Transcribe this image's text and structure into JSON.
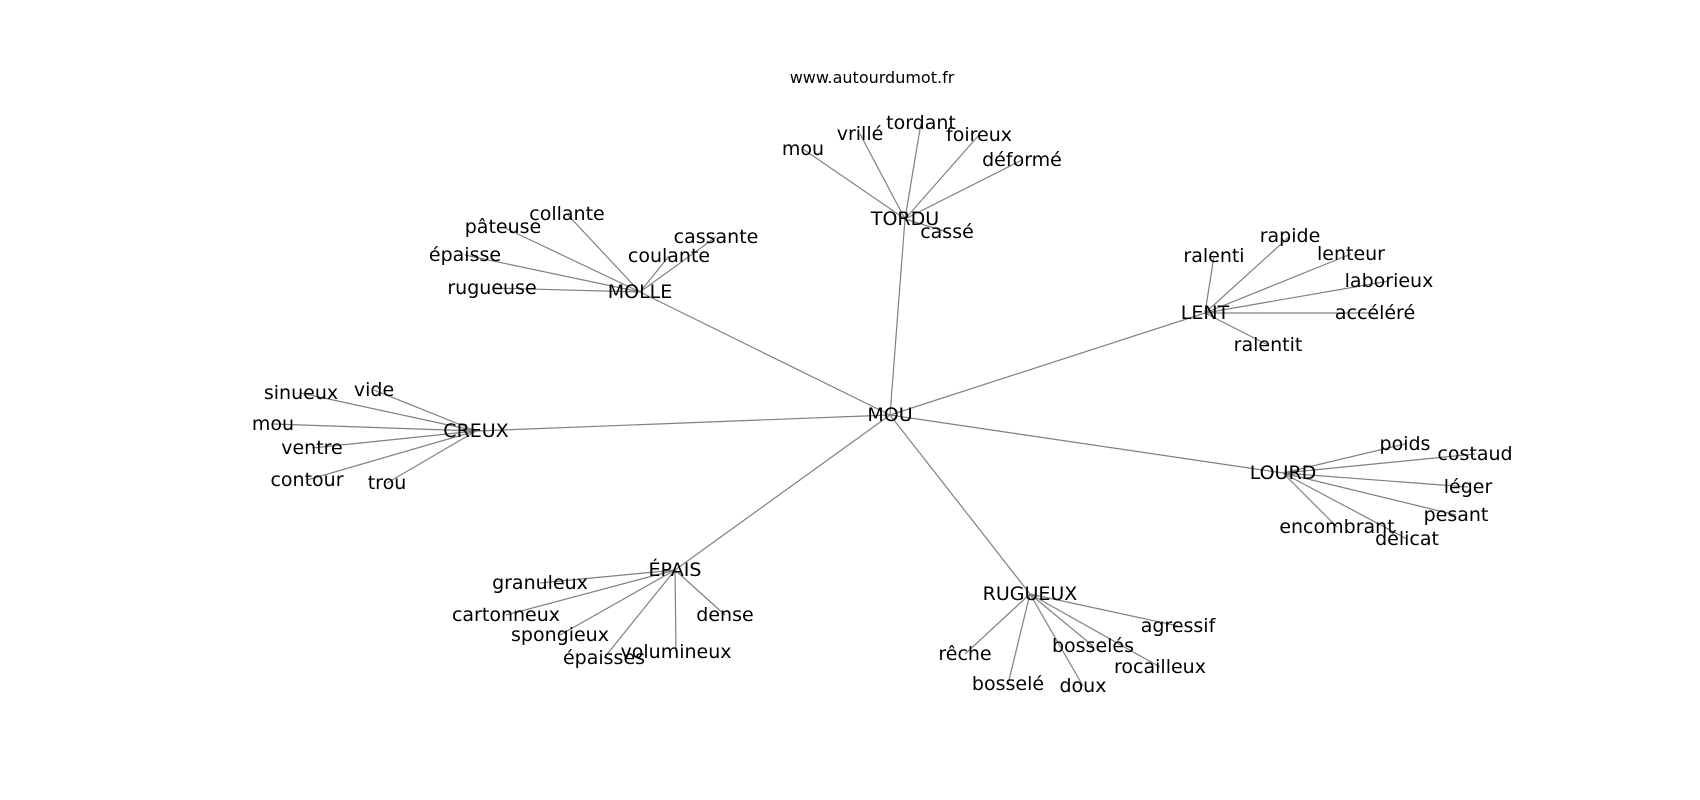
{
  "watermark": "www.autourdumot.fr",
  "graph": {
    "center": "MOU",
    "groups": [
      {
        "hub": "TORDU",
        "leaves": [
          "mou",
          "vrillé",
          "tordant",
          "foireux",
          "déformé",
          "cassé"
        ]
      },
      {
        "hub": "MOLLE",
        "leaves": [
          "collante",
          "pâteuse",
          "épaisse",
          "rugueuse",
          "cassante",
          "coulante"
        ]
      },
      {
        "hub": "LENT",
        "leaves": [
          "ralenti",
          "rapide",
          "lenteur",
          "laborieux",
          "accéléré",
          "ralentit"
        ]
      },
      {
        "hub": "CREUX",
        "leaves": [
          "sinueux",
          "vide",
          "mou",
          "ventre",
          "contour",
          "trou"
        ]
      },
      {
        "hub": "LOURD",
        "leaves": [
          "poids",
          "costaud",
          "léger",
          "pesant",
          "encombrant",
          "délicat"
        ]
      },
      {
        "hub": "ÉPAIS",
        "leaves": [
          "granuleux",
          "cartonneux",
          "spongieux",
          "épaisses",
          "volumineux",
          "dense"
        ]
      },
      {
        "hub": "RUGUEUX",
        "leaves": [
          "agressif",
          "bosselés",
          "rocailleux",
          "rêche",
          "bosselé",
          "doux"
        ]
      }
    ]
  }
}
